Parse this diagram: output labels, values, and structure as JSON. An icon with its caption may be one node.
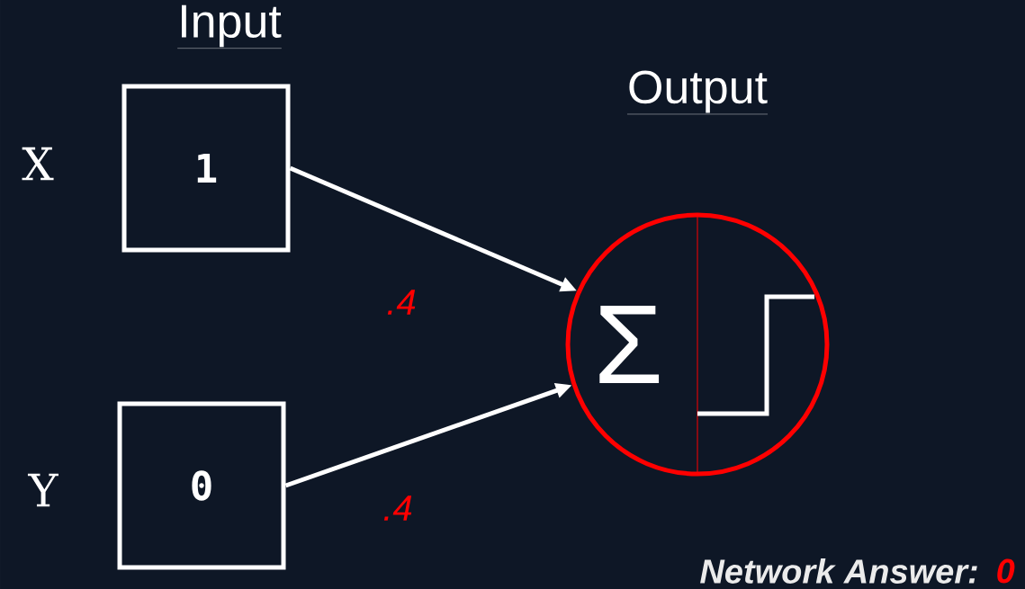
{
  "diagram": {
    "nodes": [
      {
        "text": [
          "1"
        ],
        "beside": [
          "X"
        ]
      },
      {
        "text": [
          "0"
        ],
        "beside": [
          "Y"
        ]
      },
      {
        "text": [
          "Σ"
        ]
      }
    ],
    "edges": [
      {
        "from": 0,
        "to": 2,
        "arrow": "to",
        "label": ".4"
      },
      {
        "from": 1,
        "to": 2,
        "arrow": "to",
        "label": ".4"
      }
    ],
    "labels": [
      "Input",
      "Output",
      "Network Answer:",
      "0"
    ]
  }
}
